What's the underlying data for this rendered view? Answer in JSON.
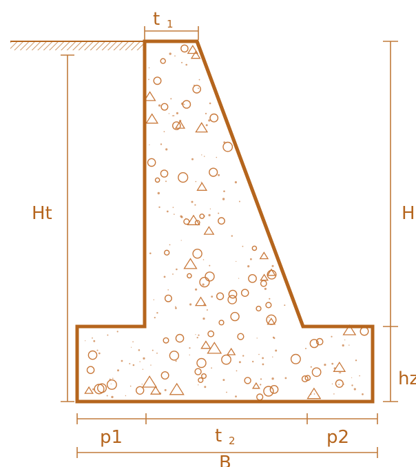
{
  "diagram": {
    "labels": {
      "t1": "t",
      "t1_sub": "1",
      "ht": "Ht",
      "h": "H",
      "hz": "hz",
      "p1": "p1",
      "t2": "t",
      "t2_sub": "2",
      "p2": "p2",
      "b": "B"
    },
    "colors": {
      "stroke": "#b5651d",
      "dimension": "#c07a3a",
      "aggregate": "#c8783a",
      "background": "#ffffff"
    }
  }
}
